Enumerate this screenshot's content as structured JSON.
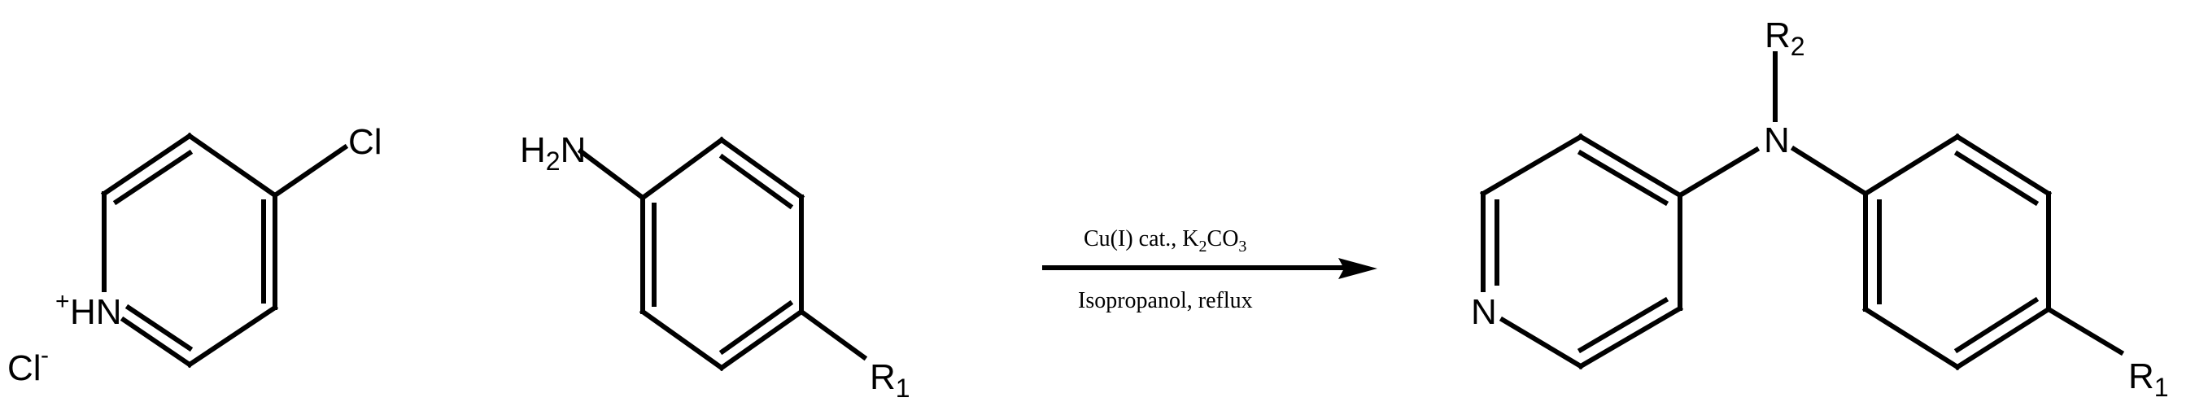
{
  "scheme": {
    "reactant_1": {
      "name": "4-chloropyridinium chloride",
      "labels": {
        "substituent": "Cl",
        "ring_nitrogen_charge": "+",
        "ring_nitrogen": "HN",
        "counterion": "Cl",
        "counterion_charge": "-"
      }
    },
    "reactant_2": {
      "name": "4-substituted aniline",
      "labels": {
        "amine_h": "H",
        "amine_h_count": "2",
        "amine_n": "N",
        "r_group": "R",
        "r_group_index": "1"
      }
    },
    "arrow": {
      "conditions_above": {
        "part1": "Cu(I) cat., K",
        "sub1": "2",
        "part2": "CO",
        "sub2": "3"
      },
      "conditions_below": "Isopropanol, reflux"
    },
    "product": {
      "name": "N-aryl-N-substituted pyridin-4-amine",
      "labels": {
        "ring_nitrogen": "N",
        "amine_n": "N",
        "r2": "R",
        "r2_index": "2",
        "r1": "R",
        "r1_index": "1"
      }
    },
    "colors": {
      "ink": "#000000",
      "background": "#ffffff"
    }
  }
}
